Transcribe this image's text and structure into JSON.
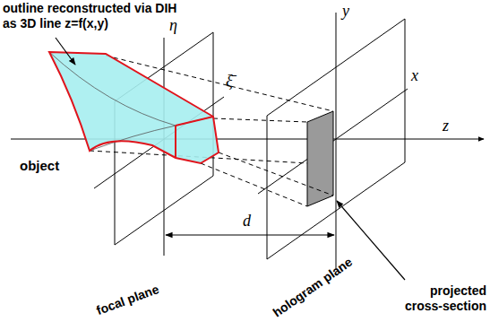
{
  "diagram": {
    "labels": [
      "outline reconstructed via DIH as 3D line z=f(x,y)",
      "η",
      "ξ̄",
      "y",
      "x",
      "z",
      "object",
      "d",
      "focal plane",
      "hologram plane",
      "projected cross-section"
    ]
  }
}
